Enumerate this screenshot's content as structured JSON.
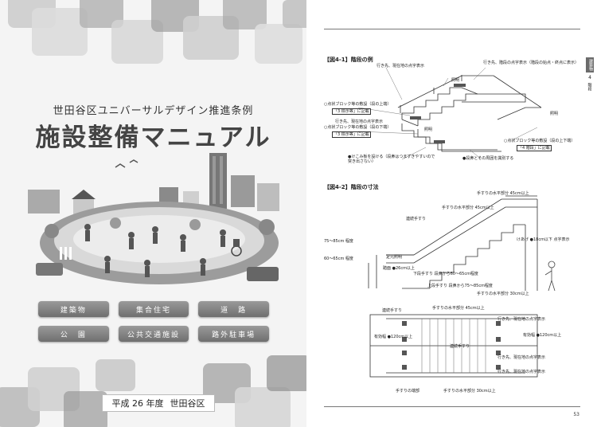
{
  "cover": {
    "subtitle": "世田谷区ユニバーサルデザイン推進条例",
    "title": "施設整備マニュアル",
    "categories": [
      "建築物",
      "集合住宅",
      "道　路",
      "公　園",
      "公共交通施設",
      "路外駐車場"
    ],
    "footer": {
      "year": "平成 26 年度",
      "publisher": "世田谷区"
    }
  },
  "manual": {
    "fig1": {
      "label": "【図4-1】階段の例",
      "annotations": [
        "行き先、現在地の点字表示",
        "行き先、階段の点字表示（階段の始点・終点に表示）",
        "照明",
        "照明",
        "○点状ブロック等の敷設（段の上端）",
        "「3 標示等」に記載",
        "行き先、現在地の点字表示",
        "○点状ブロック等の敷設（段の下端）",
        "「3 標示等」に記載",
        "照明",
        "○点状ブロック等の敷設（段の上下端）",
        "「4 階段」に記載",
        "●けこみ板を設ける（段鼻はつまずきやすいので突き出さない）",
        "●段鼻とその周囲を識別する"
      ]
    },
    "fig2": {
      "label": "【図4-2】階段の寸法",
      "annotations": [
        "手すりの水平部分 45cm以上",
        "手すりの水平部分 45cm以上",
        "連続手すり",
        "75～85cm 程度",
        "60～65cm 程度",
        "足元照明",
        "踏面 ●26cm以上",
        "下段手すり 段鼻から60～65cm程度",
        "上段手すり 段鼻から75～85cm程度",
        "けあげ ●18cm以下 点字表示",
        "手すりの水平部分 30cm以上",
        "連続手すり",
        "手すりの水平部分 45cm以上",
        "行き先、現在地の点字表示",
        "有効幅 ●120cm以上",
        "有効幅 ●120cm以上",
        "連続手すり",
        "行き先、現在地の点字表示",
        "行き先、現在地の点字表示",
        "手すりの端部",
        "手すりの水平部分 30cm以上"
      ]
    },
    "side_tab": {
      "category": "建築物",
      "number": "4",
      "name": "階段"
    },
    "page_number": "53"
  }
}
